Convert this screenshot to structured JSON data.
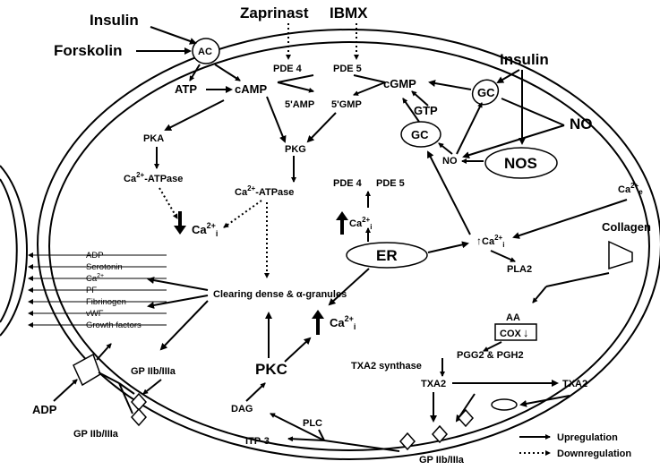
{
  "outside": {
    "insulin_left": "Insulin",
    "forskolin": "Forskolin",
    "zaprinast": "Zaprinast",
    "ibmx": "IBMX",
    "insulin_right": "Insulin",
    "no_outside": "NO",
    "ca2e_base": "Ca",
    "ca2e_sup": "2+",
    "ca2e_sub": "e",
    "collagen": "Collagen",
    "adp_outside": "ADP",
    "txa2_outside": "TXA2"
  },
  "nodes": {
    "ac": "AC",
    "atp": "ATP",
    "camp": "cAMP",
    "pde4_top": "PDE 4",
    "pde5_top": "PDE 5",
    "cgmp": "cGMP",
    "five_amp": "5'AMP",
    "five_gmp": "5'GMP",
    "gc_membrane": "GC",
    "gtp": "GTP",
    "gc_inner": "GC",
    "no_inner": "NO",
    "nos": "NOS",
    "pka": "PKA",
    "pkg": "PKG",
    "ca_atpase_left_base": "Ca",
    "ca_atpase_left_sup": "2+",
    "ca_atpase_left_rest": "-ATPase",
    "ca_atpase_mid_base": "Ca",
    "ca_atpase_mid_sup": "2+",
    "ca_atpase_mid_rest": "-ATPase",
    "cai_left_base": "Ca",
    "cai_left_sup": "2+",
    "cai_left_sub": "i",
    "pde4_mid": "PDE 4",
    "pde5_mid": "PDE 5",
    "cai_mid_base": "Ca",
    "cai_mid_sup": "2+",
    "cai_mid_sub": "i",
    "er": "ER",
    "cai_right_base": "Ca",
    "cai_right_sup": "2+",
    "cai_right_sub": "i",
    "pla2": "PLA2",
    "clearing": "Clearing dense & α-granules",
    "cai_low_base": "Ca",
    "cai_low_sup": "2+",
    "cai_low_sub": "i",
    "aa": "AA",
    "cox": "COX",
    "pgg2": "PGG2 & PGH2",
    "txa2_synthase": "TXA2 synthase",
    "txa2_inner": "TXA2",
    "pkc": "PKC",
    "dag": "DAG",
    "itp3": "ITP-3",
    "plc": "PLC",
    "gp_left": "GP IIb/IIIa",
    "gp_left_bottom": "GP IIb/IIIa",
    "gp_bottom": "GP IIb/IIIa"
  },
  "release": {
    "items": [
      "ADP",
      "Serotonin",
      "Ca",
      "PF",
      "Fibrinogen",
      "vWF",
      "Growth factors"
    ],
    "ca_sup": "2+"
  },
  "legend": {
    "upregulation": "Upregulation",
    "downregulation": "Downregulation"
  }
}
